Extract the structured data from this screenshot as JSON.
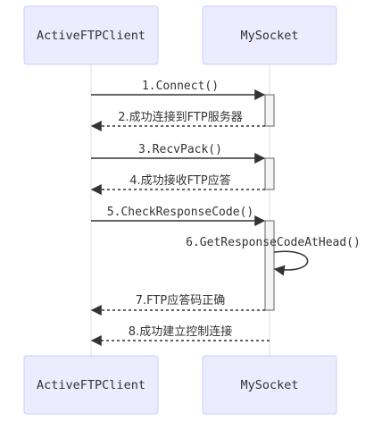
{
  "participants": [
    "ActiveFTPClient",
    "MySocket"
  ],
  "messages": [
    {
      "label": "1.Connect()",
      "from": "ActiveFTPClient",
      "to": "MySocket",
      "style": "solid"
    },
    {
      "label": "2.成功连接到FTP服务器",
      "from": "MySocket",
      "to": "ActiveFTPClient",
      "style": "dotted"
    },
    {
      "label": "3.RecvPack()",
      "from": "ActiveFTPClient",
      "to": "MySocket",
      "style": "solid"
    },
    {
      "label": "4.成功接收FTP应答",
      "from": "MySocket",
      "to": "ActiveFTPClient",
      "style": "dotted"
    },
    {
      "label": "5.CheckResponseCode()",
      "from": "ActiveFTPClient",
      "to": "MySocket",
      "style": "solid"
    },
    {
      "label": "6.GetResponseCodeAtHead()",
      "from": "MySocket",
      "to": "MySocket",
      "style": "solid"
    },
    {
      "label": "7.FTP应答码正确",
      "from": "MySocket",
      "to": "ActiveFTPClient",
      "style": "dotted"
    },
    {
      "label": "8.成功建立控制连接",
      "from": "MySocket",
      "to": "ActiveFTPClient",
      "style": "dotted"
    }
  ]
}
